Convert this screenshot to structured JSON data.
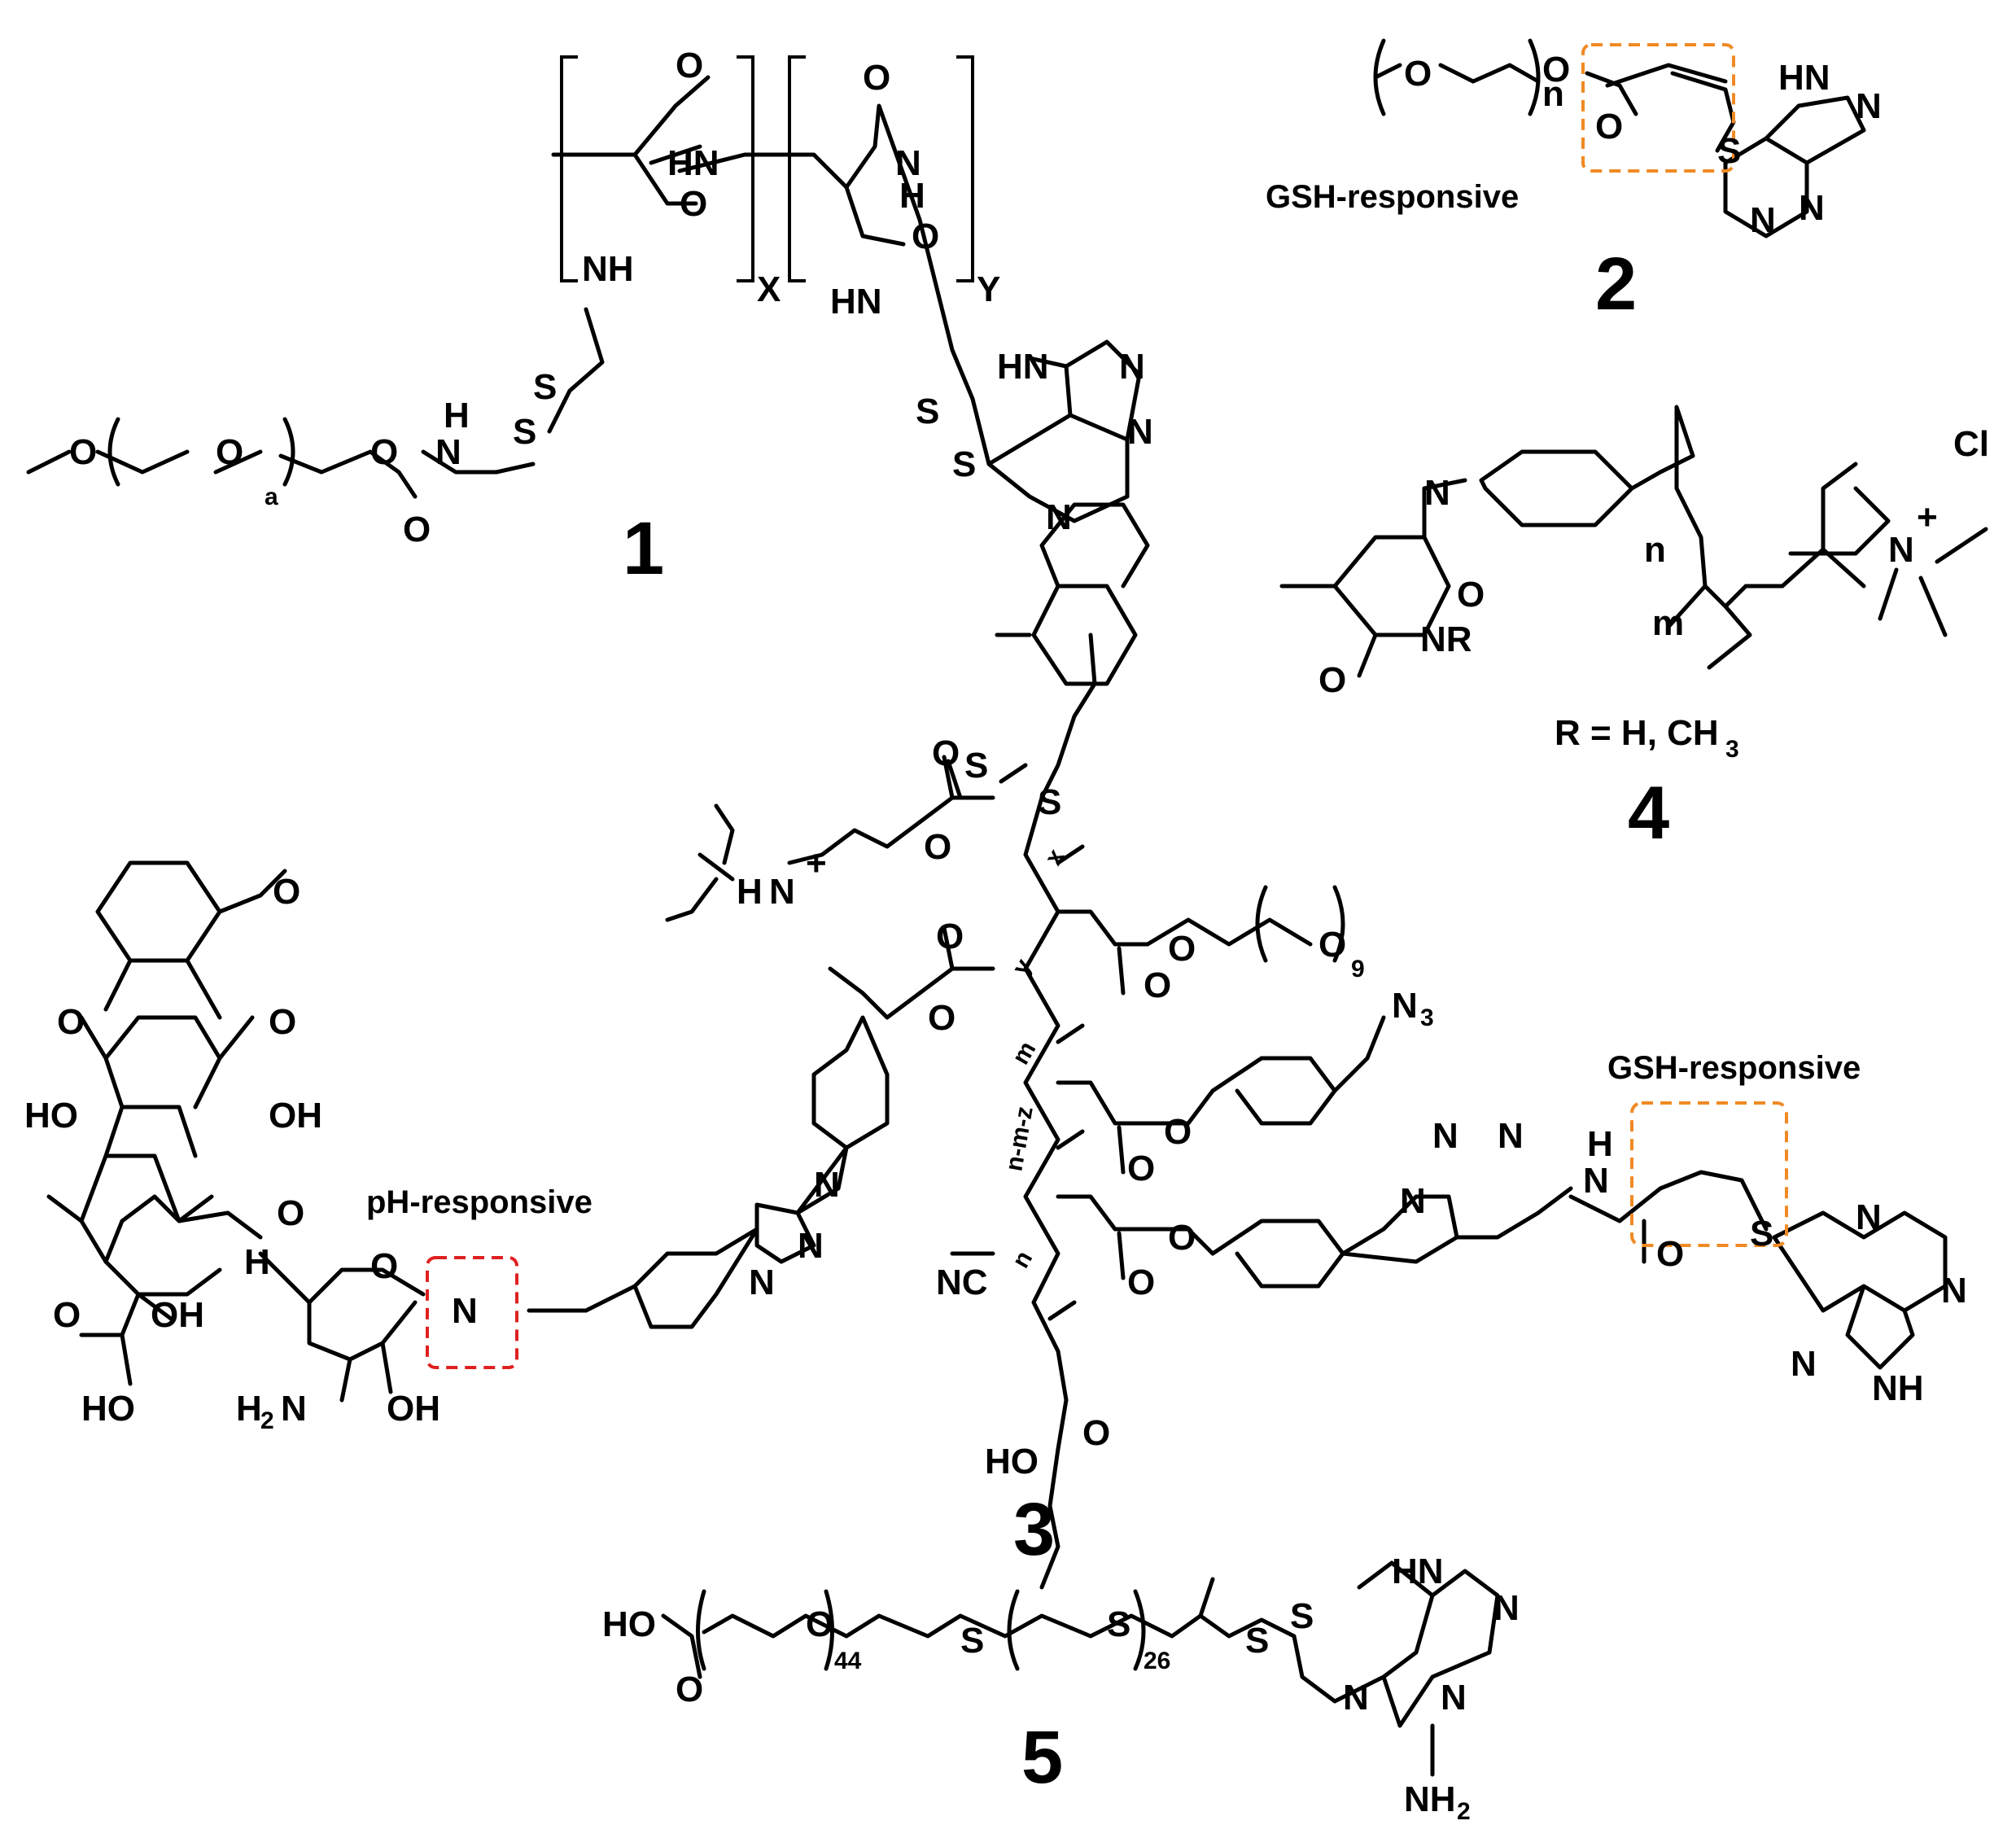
{
  "compounds": {
    "c1": {
      "number": "1",
      "x_sub": "X",
      "y_sub": "Y",
      "a_sub": "a",
      "atoms": {
        "nh": "NH",
        "hn": "HN",
        "hn2": "HN",
        "o": "O",
        "s": "S",
        "h": "H",
        "n": "N"
      }
    },
    "c2": {
      "number": "2",
      "n_sub": "n",
      "label": "GSH-responsive",
      "atoms": {
        "hn": "HN",
        "n": "N",
        "o": "O",
        "s": "S"
      }
    },
    "c3": {
      "number": "3",
      "pH_label": "pH-responsive",
      "gsh_label": "GSH-responsive",
      "nine_sub": "9",
      "n3": "N",
      "n3_sub": "3",
      "nc": "NC",
      "hoc": "HO",
      "nh2": "H",
      "nh2_sub": "2",
      "atoms": {
        "o": "O",
        "s": "S",
        "n": "N",
        "oh": "OH",
        "ho": "HO",
        "h": "H",
        "nh": "NH",
        "plus": "+"
      },
      "repeat": {
        "x": "x",
        "y": "y",
        "m": "m",
        "n": "n",
        "nmz": "n-m-z"
      }
    },
    "c4": {
      "number": "4",
      "r_def": "R = H, CH",
      "r_def_sub": "3",
      "atoms": {
        "cl": "Cl",
        "n": "N",
        "o": "O",
        "nr": "NR"
      },
      "repeat": {
        "n": "n",
        "m": "m"
      }
    },
    "c5": {
      "number": "5",
      "sub44": "44",
      "sub26": "26",
      "nh2": "NH",
      "nh2_sub": "2",
      "atoms": {
        "ho": "HO",
        "o": "O",
        "s": "S",
        "hn": "HN",
        "n": "N"
      }
    }
  },
  "colors": {
    "gsh_box": "#f08a24",
    "ph_box": "#e02020",
    "ink": "#000000"
  }
}
